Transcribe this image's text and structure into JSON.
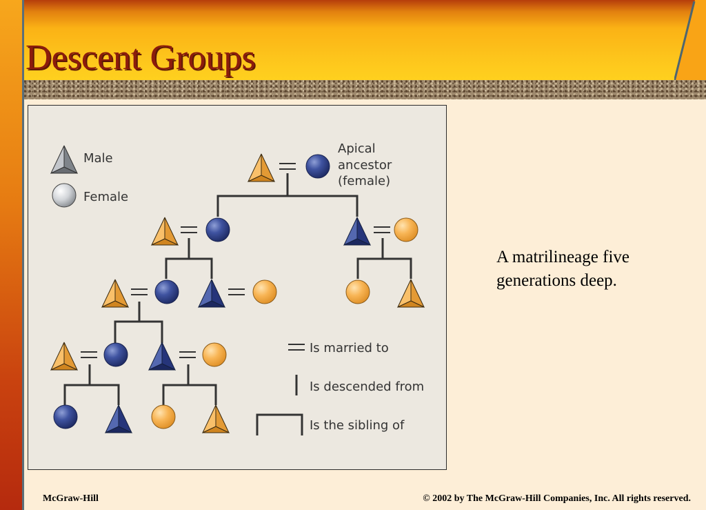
{
  "slide": {
    "title": "Descent Groups",
    "caption_lines": [
      "A matrilineage five",
      "generations deep."
    ],
    "footer_left": "McGraw-Hill",
    "footer_right": "© 2002 by The McGraw-Hill Companies, Inc.  All rights reserved."
  },
  "diagram": {
    "legend_symbols": {
      "male": "Male",
      "female": "Female"
    },
    "apical_label": [
      "Apical",
      "ancestor",
      "(female)"
    ],
    "legend_lines": {
      "married": "Is married to",
      "descended": "Is descended from",
      "sibling": "Is the sibling of"
    }
  },
  "colors": {
    "lineage_member": "#3b4f96",
    "non_member": "#f6b04f",
    "legend_symbol": "#a7abb0",
    "title": "#8b1c0c"
  },
  "icons": [
    "male-triangle-icon",
    "female-circle-icon"
  ]
}
